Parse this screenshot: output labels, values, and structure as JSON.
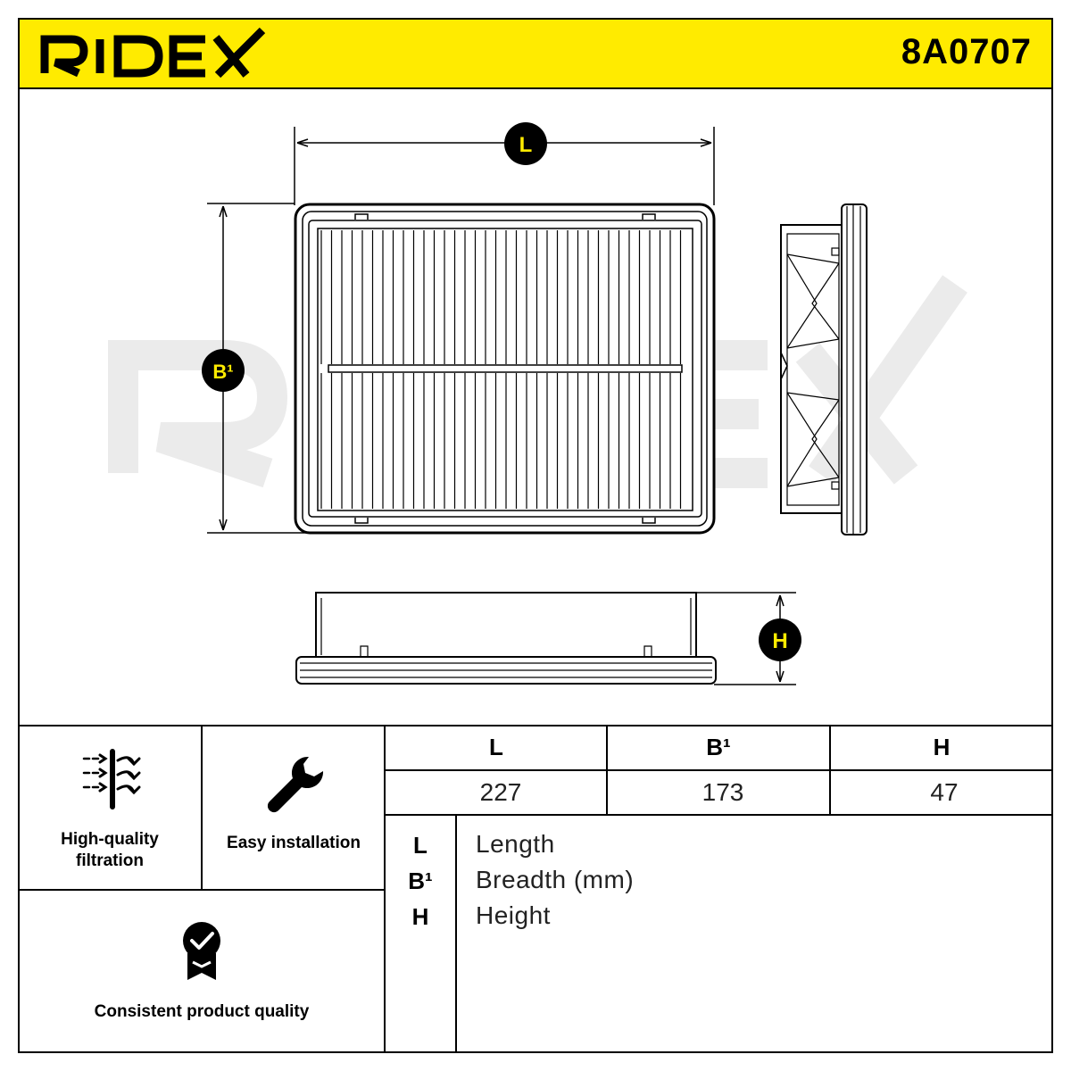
{
  "header": {
    "brand": "RIDEX",
    "part_number": "8A0707",
    "background_color": "#ffeb00"
  },
  "drawing": {
    "watermark": "RIDEX",
    "dimension_markers": {
      "length": "L",
      "breadth": "B¹",
      "height": "H"
    }
  },
  "features": [
    {
      "icon": "filtration-icon",
      "label_line1": "High-quality",
      "label_line2": "filtration"
    },
    {
      "icon": "wrench-icon",
      "label_line1": "Easy installation"
    },
    {
      "icon": "quality-badge-icon",
      "label_line1": "Consistent product quality"
    }
  ],
  "dimensions_table": {
    "headers": [
      "L",
      "B¹",
      "H"
    ],
    "values": [
      "227",
      "173",
      "47"
    ]
  },
  "legend": [
    {
      "key": "L",
      "text": "Length"
    },
    {
      "key": "B¹",
      "text": "Breadth (mm)"
    },
    {
      "key": "H",
      "text": "Height"
    }
  ]
}
